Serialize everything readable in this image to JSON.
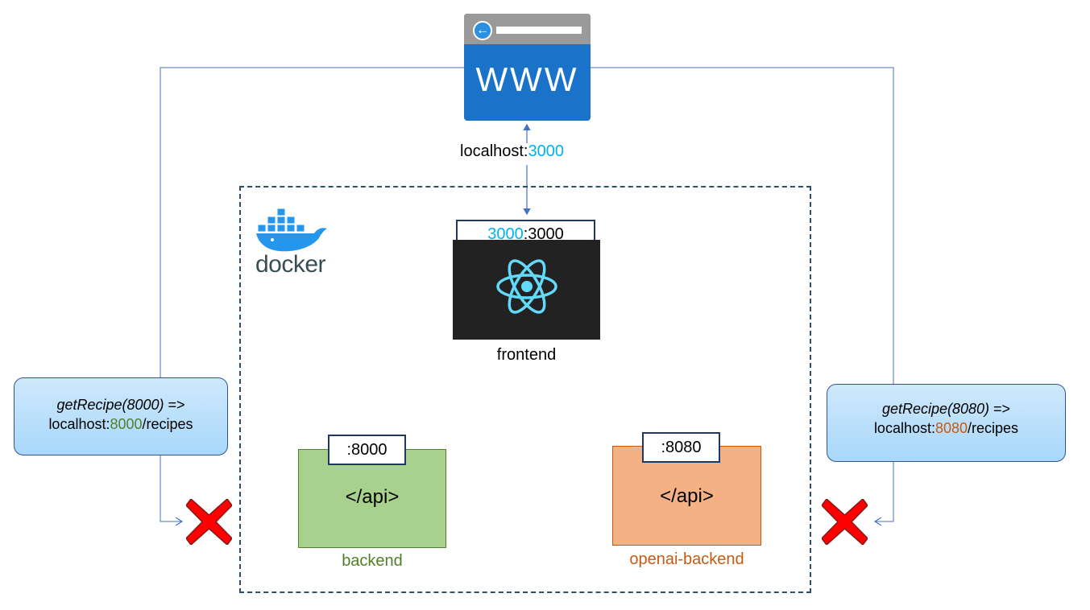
{
  "browser": {
    "icon": "www-browser-icon",
    "label": "WWW"
  },
  "host_label": {
    "prefix": "localhost:",
    "port": "3000"
  },
  "docker": {
    "logo_text": "docker",
    "icon": "docker-whale-icon"
  },
  "frontend": {
    "port_mapping": {
      "host": "3000",
      "container": ":3000"
    },
    "icon": "react-atom-icon",
    "name": "frontend"
  },
  "backend": {
    "port": ":8000",
    "api": "</api>",
    "name": "backend"
  },
  "openai_backend": {
    "port": ":8080",
    "api": "</api>",
    "name": "openai-backend"
  },
  "left_call": {
    "fn": "getRecipe(8000)",
    "arrow": " =>",
    "url_prefix": "localhost:",
    "url_port": "8000",
    "url_suffix": "/recipes",
    "status_icon": "red-x-icon"
  },
  "right_call": {
    "fn": "getRecipe(8080)",
    "arrow": " =>",
    "url_prefix": "localhost:",
    "url_port": "8080",
    "url_suffix": "/recipes",
    "status_icon": "red-x-icon"
  },
  "colors": {
    "cyan": "#00b0f0",
    "backend_fill": "#a9d18e",
    "openai_fill": "#f4b183",
    "connector": "#4472c4",
    "error_red": "#ff0000"
  }
}
